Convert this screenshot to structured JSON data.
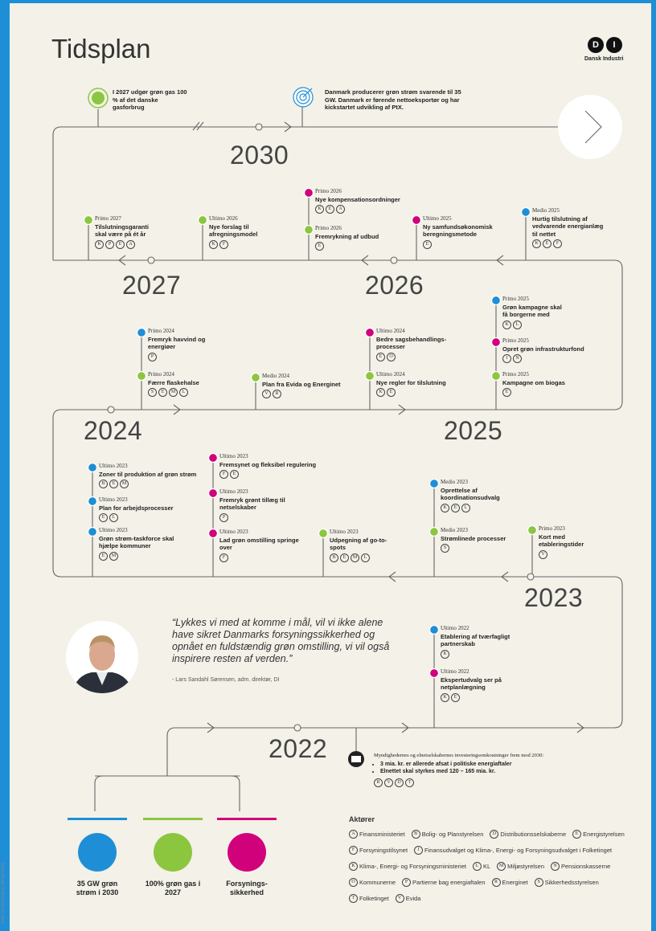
{
  "title": "Tidsplan",
  "logo": {
    "letters": [
      "D",
      "I"
    ],
    "name": "Dansk Industri"
  },
  "colors": {
    "green": "#8cc63f",
    "pink": "#d1007b",
    "blue": "#1e8fd6",
    "line": "#666666"
  },
  "credit": "Foto: Jan Ehrenberg, Niklas Sorbs",
  "years": {
    "y2030": "2030",
    "y2027": "2027",
    "y2026": "2026",
    "y2024": "2024",
    "y2025": "2025",
    "y2023": "2023",
    "y2022": "2022"
  },
  "milestones": {
    "gas": "I 2027 udgør grøn gas 100 % af det danske gasforbrug",
    "power": "Danmark producerer grøn strøm svarende til 35 GW. Danmark er førende nettoeksportør og har kickstartet udvikling af PtX."
  },
  "events": [
    {
      "id": "e1",
      "when": "Primo 2027",
      "text": "Tilslutningsgaranti skal være på ét år",
      "codes": [
        "K",
        "P",
        "E",
        "A"
      ],
      "color": "green"
    },
    {
      "id": "e2",
      "when": "Ultimo 2026",
      "text": "Nye forslag til afregningsmodel",
      "codes": [
        "K",
        "F"
      ],
      "color": "green"
    },
    {
      "id": "e3",
      "when": "Primo 2026",
      "text": "Nye kompensationsordninger",
      "codes": [
        "K",
        "E",
        "A"
      ],
      "color": "pink"
    },
    {
      "id": "e4",
      "when": "Primo 2026",
      "text": "Fremrykning af udbud",
      "codes": [
        "E"
      ],
      "color": "green"
    },
    {
      "id": "e5",
      "when": "Ultimo 2025",
      "text": "Ny samfundsøkonomisk beregningsmetode",
      "codes": [
        "E"
      ],
      "color": "pink"
    },
    {
      "id": "e6",
      "when": "Medio 2025",
      "text": "Hurtig tilslutning af vedvarende energianlæg til nettet",
      "codes": [
        "K",
        "E",
        "F"
      ],
      "color": "blue"
    },
    {
      "id": "e7",
      "when": "Primo 2025",
      "text": "Grøn kampagne skal få borgerne med",
      "codes": [
        "K",
        "L"
      ],
      "color": "blue"
    },
    {
      "id": "e8",
      "when": "Primo 2025",
      "text": "Opret grøn infrastrukturfond",
      "codes": [
        "I",
        "N"
      ],
      "color": "pink"
    },
    {
      "id": "e9",
      "when": "Primo 2025",
      "text": "Kampagne om biogas",
      "codes": [
        "E"
      ],
      "color": "green"
    },
    {
      "id": "e10",
      "when": "Primo 2024",
      "text": "Fremryk havvind og energiøer",
      "codes": [
        "P"
      ],
      "color": "blue"
    },
    {
      "id": "e11",
      "when": "Primo 2024",
      "text": "Færre flaskehalse",
      "codes": [
        "S",
        "E",
        "M",
        "L"
      ],
      "color": "green"
    },
    {
      "id": "e12",
      "when": "Medio 2024",
      "text": "Plan fra Evida og Energinet",
      "codes": [
        "V",
        "R"
      ],
      "color": "green"
    },
    {
      "id": "e13",
      "when": "Ultimo 2024",
      "text": "Bedre sagsbehandlings-processer",
      "codes": [
        "E",
        "O"
      ],
      "color": "pink"
    },
    {
      "id": "e14",
      "when": "Ultimo 2024",
      "text": "Nye regler for tilslutning",
      "codes": [
        "K",
        "E"
      ],
      "color": "green"
    },
    {
      "id": "e15",
      "when": "Ultimo 2023",
      "text": "Zoner til produktion af grøn strøm",
      "codes": [
        "B",
        "E",
        "M"
      ],
      "color": "blue"
    },
    {
      "id": "e16",
      "when": "Ultimo 2023",
      "text": "Plan for arbejdsprocesser",
      "codes": [
        "E",
        "L"
      ],
      "color": "blue"
    },
    {
      "id": "e17",
      "when": "Ultimo 2023",
      "text": "Grøn strøm-taskforce skal hjælpe kommuner",
      "codes": [
        "E",
        "M"
      ],
      "color": "blue"
    },
    {
      "id": "e18",
      "when": "Ultimo 2023",
      "text": "Fremsynet og fleksibel regulering",
      "codes": [
        "F",
        "E"
      ],
      "color": "pink"
    },
    {
      "id": "e19",
      "when": "Ultimo 2023",
      "text": "Fremryk grønt tillæg til netselskaber",
      "codes": [
        "P"
      ],
      "color": "pink"
    },
    {
      "id": "e20",
      "when": "Ultimo 2023",
      "text": "Lad grøn omstilling springe over",
      "codes": [
        "F"
      ],
      "color": "pink"
    },
    {
      "id": "e21",
      "when": "Ultimo 2023",
      "text": "Udpegning af go-to-spots",
      "codes": [
        "B",
        "E",
        "M",
        "L"
      ],
      "color": "green"
    },
    {
      "id": "e22",
      "when": "Medio 2023",
      "text": "Oprettelse af koordinationsudvalg",
      "codes": [
        "K",
        "E",
        "L"
      ],
      "color": "blue"
    },
    {
      "id": "e23",
      "when": "Medio 2023",
      "text": "Strømlinede processer",
      "codes": [
        "S"
      ],
      "color": "green"
    },
    {
      "id": "e24",
      "when": "Primo 2023",
      "text": "Kort med etableringstider",
      "codes": [
        "V"
      ],
      "color": "green"
    },
    {
      "id": "e25",
      "when": "Ultimo 2022",
      "text": "Etablering af tværfagligt partnerskab",
      "codes": [
        "K"
      ],
      "color": "blue"
    },
    {
      "id": "e26",
      "when": "Ultimo 2022",
      "text": "Ekspertudvalg ser på netplanlægning",
      "codes": [
        "K",
        "E"
      ],
      "color": "pink"
    }
  ],
  "quote": {
    "text": "“Lykkes vi med at komme i mål, vil vi ikke alene have sikret Danmarks forsyningssikkerhed og opnået en fuldstændig grøn omstilling, vi vil også inspirere resten af verden.”",
    "author": "- Lars Sandahl Sørensen, adm. direktør, DI"
  },
  "investment": {
    "lead": "Myndighedernes og elnetselskabernes investeringsomkostninger frem mod 2030:",
    "bullets": [
      "3 mia. kr. er allerede afsat i politiske energiaftaler",
      "Elnettet skal styrkes med 120 – 165 mia. kr."
    ],
    "codes": [
      "R",
      "V",
      "D",
      "T"
    ]
  },
  "goals": [
    {
      "label": "35 GW grøn strøm i 2030",
      "color": "blue",
      "icon": "solar-wind-icon"
    },
    {
      "label": "100% grøn gas i 2027",
      "color": "green",
      "icon": "flame-icon"
    },
    {
      "label": "Forsynings-sikkerhed",
      "color": "pink",
      "icon": "power-house-icon"
    }
  ],
  "actors": {
    "heading": "Aktører",
    "lines": [
      [
        [
          "A",
          "Finansministeriet"
        ],
        [
          "B",
          "Bolig- og Planstyrelsen"
        ],
        [
          "D",
          "Distributionsselskaberne"
        ],
        [
          "E",
          "Energistyrelsen"
        ]
      ],
      [
        [
          "F",
          "Forsyningstilsynet"
        ],
        [
          "I",
          "Finansudvalget og Klima-, Energi- og Forsyningsudvalget i Folketinget"
        ]
      ],
      [
        [
          "K",
          "Klima-, Energi- og Forsyningsministeriet"
        ],
        [
          "L",
          "KL"
        ],
        [
          "M",
          "Miljøstyrelsen"
        ],
        [
          "N",
          "Pensionskasserne"
        ]
      ],
      [
        [
          "O",
          "Kommunerne"
        ],
        [
          "P",
          "Partierne bag energiaftalen"
        ],
        [
          "R",
          "Energinet"
        ],
        [
          "S",
          "Sikkerhedsstyrelsen"
        ]
      ],
      [
        [
          "T",
          "Folketinget"
        ],
        [
          "V",
          "Evida"
        ]
      ]
    ]
  }
}
